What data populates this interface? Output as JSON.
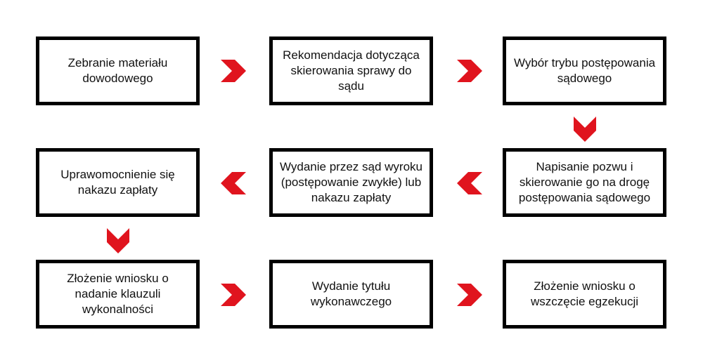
{
  "accent_color": "#e0141e",
  "steps": [
    {
      "label": "Zebranie materiału dowodowego"
    },
    {
      "label": "Rekomendacja dotycząca skierowania sprawy do sądu"
    },
    {
      "label": "Wybór trybu postępowania sądowego"
    },
    {
      "label": "Napisanie pozwu i skierowanie go na drogę postępowania sądowego"
    },
    {
      "label": "Wydanie przez sąd wyroku (postępowanie zwykłe) lub nakazu zapłaty"
    },
    {
      "label": "Uprawomocnienie się nakazu zapłaty"
    },
    {
      "label": "Złożenie wniosku o nadanie klauzuli wykonalności"
    },
    {
      "label": "Wydanie tytułu wykonawczego"
    },
    {
      "label": "Złożenie wniosku o wszczęcie egzekucji"
    }
  ],
  "arrows": [
    {
      "from": 1,
      "to": 2,
      "direction": "right"
    },
    {
      "from": 2,
      "to": 3,
      "direction": "right"
    },
    {
      "from": 3,
      "to": 4,
      "direction": "down"
    },
    {
      "from": 4,
      "to": 5,
      "direction": "left"
    },
    {
      "from": 5,
      "to": 6,
      "direction": "left"
    },
    {
      "from": 6,
      "to": 7,
      "direction": "down"
    },
    {
      "from": 7,
      "to": 8,
      "direction": "right"
    },
    {
      "from": 8,
      "to": 9,
      "direction": "right"
    }
  ]
}
